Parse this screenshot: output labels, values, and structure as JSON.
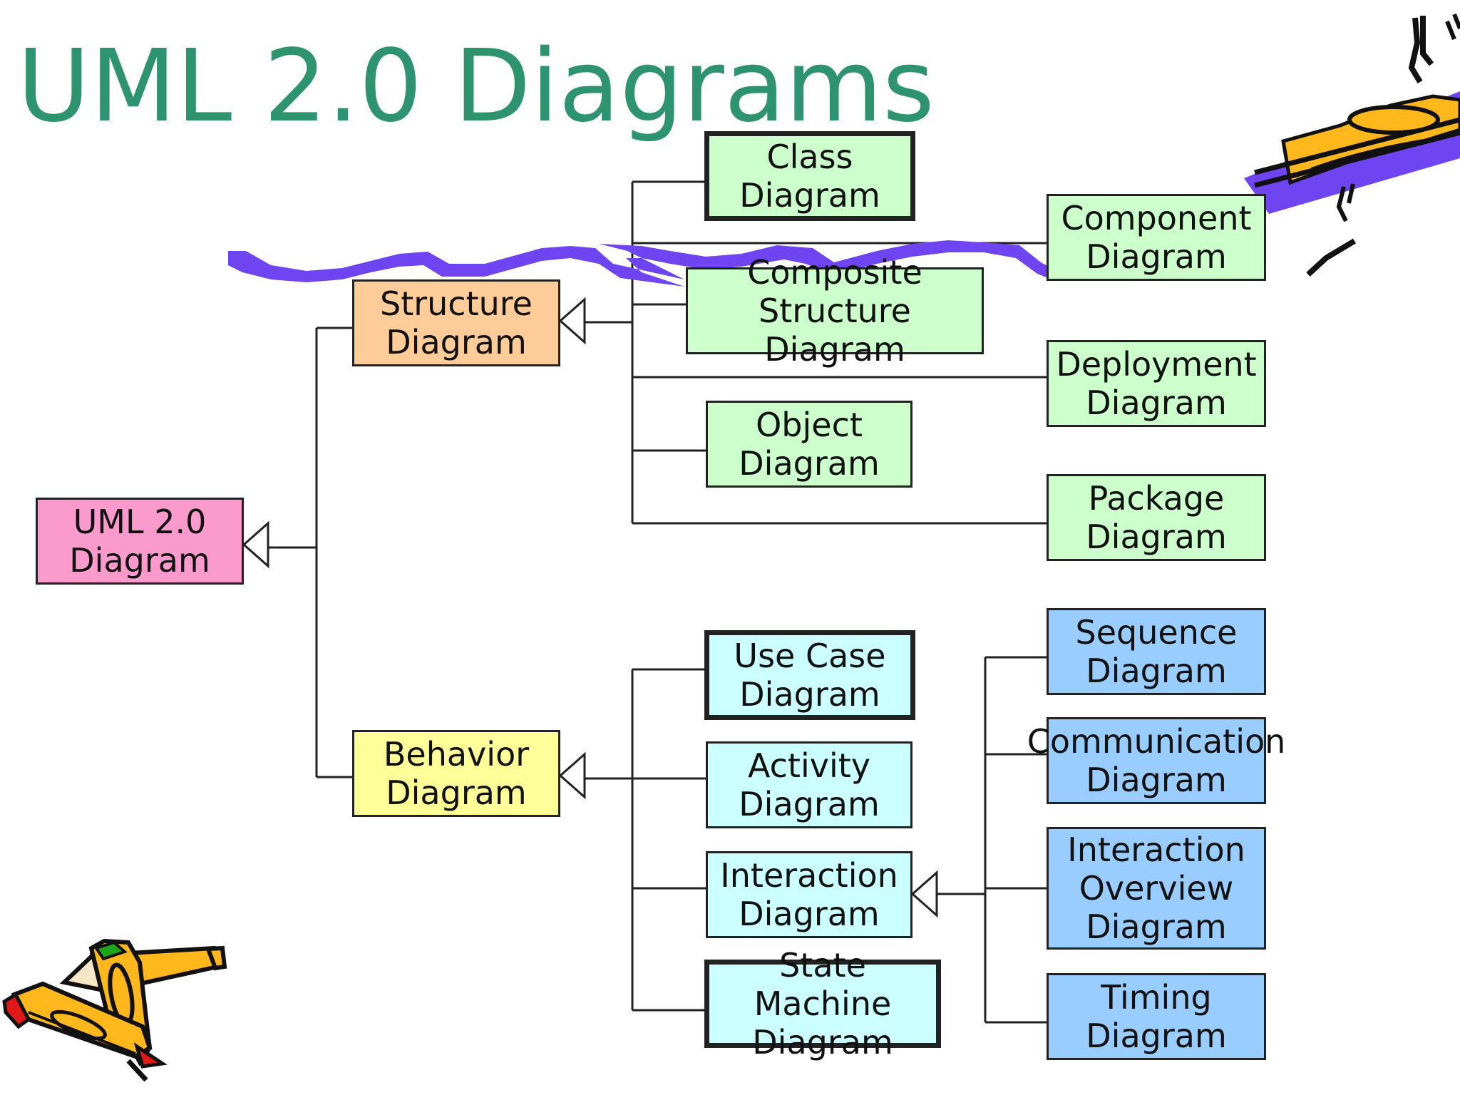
{
  "title": "UML 2.0 Diagrams",
  "nodes": {
    "uml": "UML 2.0\nDiagram",
    "structure": "Structure\nDiagram",
    "behavior": "Behavior\nDiagram",
    "class": "Class\nDiagram",
    "composite": "Composite\nStructure Diagram",
    "object": "Object\nDiagram",
    "component": "Component\nDiagram",
    "deployment": "Deployment\nDiagram",
    "package": "Package\nDiagram",
    "use_case": "Use Case\nDiagram",
    "activity": "Activity\nDiagram",
    "interaction": "Interaction\nDiagram",
    "state_machine": "State Machine\nDiagram",
    "sequence": "Sequence\nDiagram",
    "communication": "Communication\nDiagram",
    "interaction_overview": "Interaction\nOverview\nDiagram",
    "timing": "Timing\nDiagram"
  },
  "colors": {
    "title": "#2e9470",
    "uml": "#fb9acd",
    "structure": "#fecc99",
    "behavior": "#ffff99",
    "structure_children": "#ccffcc",
    "behavior_children": "#ccffff",
    "interaction_children": "#99ccff",
    "scribble": "#6e45f0"
  },
  "decorations": [
    "pencils-clipart-icon",
    "pencil-clipart-icon"
  ]
}
